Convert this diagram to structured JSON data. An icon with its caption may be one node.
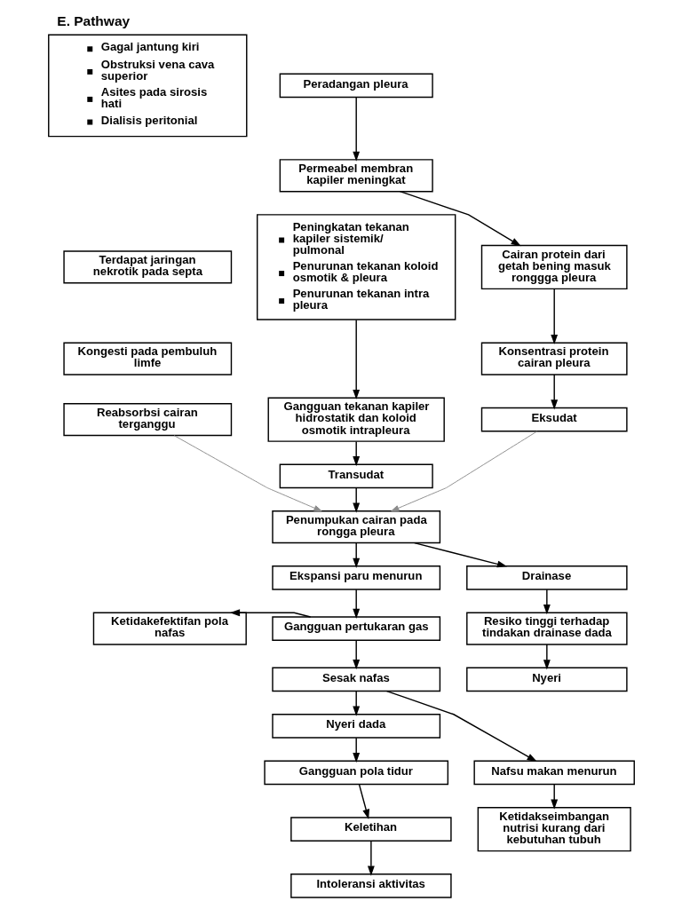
{
  "diagram": {
    "title": "E. Pathway",
    "nodes": [
      {
        "text": [
          "Gagal jantung kiri",
          "Obstruksi vena cava superior",
          "Asites pada sirosis hati",
          "Dialisis peritonial"
        ]
      },
      {
        "text": [
          "Peradangan pleura"
        ]
      },
      {
        "text": [
          "Permeabel membran kapiler meningkat"
        ]
      },
      {
        "text": [
          "Terdapat jaringan nekrotik pada septa"
        ]
      },
      {
        "text": [
          "Peningkatan tekanan kapiler sistemik/ pulmonal",
          "Penurunan tekanan koloid osmotik & pleura",
          "Penurunan tekanan intra pleura"
        ]
      },
      {
        "text": [
          "Cairan protein dari getah bening masuk ronggga pleura"
        ]
      },
      {
        "text": [
          "Kongesti pada pembuluh limfe"
        ]
      },
      {
        "text": [
          "Konsentrasi protein cairan pleura"
        ]
      },
      {
        "text": [
          "Reabsorbsi cairan terganggu"
        ]
      },
      {
        "text": [
          "Gangguan tekanan kapiler hidrostatik dan koloid osmotik intrapleura"
        ]
      },
      {
        "text": [
          "Eksudat"
        ]
      },
      {
        "text": [
          "Transudat"
        ]
      },
      {
        "text": [
          "Penumpukan cairan pada rongga pleura"
        ]
      },
      {
        "text": [
          "Ekspansi paru menurun"
        ]
      },
      {
        "text": [
          "Drainase"
        ]
      },
      {
        "text": [
          "Ketidakefektifan pola nafas"
        ]
      },
      {
        "text": [
          "Gangguan pertukaran gas"
        ]
      },
      {
        "text": [
          "Resiko tinggi terhadap tindakan drainase dada"
        ]
      },
      {
        "text": [
          "Sesak nafas"
        ]
      },
      {
        "text": [
          "Nyeri"
        ]
      },
      {
        "text": [
          "Nyeri dada"
        ]
      },
      {
        "text": [
          "Gangguan pola tidur"
        ]
      },
      {
        "text": [
          "Nafsu makan menurun"
        ]
      },
      {
        "text": [
          "Keletihan"
        ]
      },
      {
        "text": [
          "Ketidakseimbangan nutrisi kurang dari kebutuhan tubuh"
        ]
      },
      {
        "text": [
          "Intoleransi aktivitas"
        ]
      }
    ],
    "edges": [
      {
        "from": 1,
        "to": 2,
        "arrow": "to"
      },
      {
        "from": 2,
        "to": 5,
        "arrow": "to"
      },
      {
        "from": 5,
        "to": 7,
        "arrow": "to"
      },
      {
        "from": 7,
        "to": 10,
        "arrow": "to"
      },
      {
        "from": 4,
        "to": 9,
        "arrow": "to"
      },
      {
        "from": 9,
        "to": 11,
        "arrow": "to"
      },
      {
        "from": 8,
        "to": 12,
        "arrow": "to",
        "color": "#8c8c8c"
      },
      {
        "from": 11,
        "to": 12,
        "arrow": "to"
      },
      {
        "from": 10,
        "to": 12,
        "arrow": "to",
        "color": "#8c8c8c"
      },
      {
        "from": 12,
        "to": 13,
        "arrow": "to"
      },
      {
        "from": 12,
        "to": 14,
        "arrow": "to"
      },
      {
        "from": 13,
        "to": 16,
        "arrow": "to"
      },
      {
        "from": 16,
        "to": 15,
        "arrow": "to"
      },
      {
        "from": 16,
        "to": 18,
        "arrow": "to"
      },
      {
        "from": 14,
        "to": 17,
        "arrow": "to"
      },
      {
        "from": 17,
        "to": 19,
        "arrow": "to"
      },
      {
        "from": 18,
        "to": 20,
        "arrow": "to"
      },
      {
        "from": 18,
        "to": 22,
        "arrow": "to"
      },
      {
        "from": 20,
        "to": 21,
        "arrow": "to"
      },
      {
        "from": 21,
        "to": 23,
        "arrow": "to"
      },
      {
        "from": 22,
        "to": 24,
        "arrow": "to"
      },
      {
        "from": 23,
        "to": 25,
        "arrow": "to"
      }
    ]
  }
}
